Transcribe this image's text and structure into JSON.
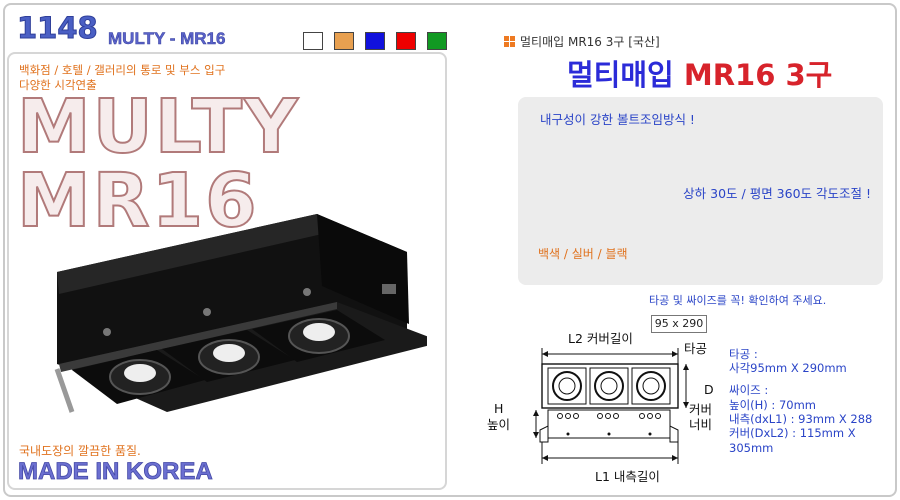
{
  "header": {
    "model_number": "1148",
    "model_name": "MULTY - MR16",
    "swatches": [
      {
        "name": "white",
        "color": "#ffffff"
      },
      {
        "name": "orange",
        "color": "#e8a050"
      },
      {
        "name": "blue",
        "color": "#1111dd"
      },
      {
        "name": "red",
        "color": "#ee0000"
      },
      {
        "name": "green",
        "color": "#119922"
      }
    ]
  },
  "left": {
    "tagline_1": "백화점 / 호텔 / 갤러리의 통로 및 부스 입구",
    "tagline_2": "다양한 시각연출",
    "big_title": "MULTY MR16",
    "quality": "국내도장의 깔끔한 품질.",
    "made_in": "MADE IN KOREA"
  },
  "right": {
    "product_code": "멀티매입 MR16 3구 [국산]",
    "title_korean": "멀티매입",
    "title_model": "MR16 3구",
    "feature_1": "내구성이 강한 볼트조임방식 !",
    "feature_2": "상하 30도 / 평면 360도 각도조절 !",
    "color_options": "백색 / 실버 / 블랙",
    "check_note": "타공 및 싸이즈를 꼭! 확인하여 주세요.",
    "hole_size": "95 x 290"
  },
  "diagram": {
    "l2_label": "L2 커버길이",
    "hole_label": "타공",
    "d_label": "D",
    "cover_width_1": "커버",
    "cover_width_2": "너비",
    "h_label": "H",
    "height_label": "높이",
    "l1_label": "L1 내측길이"
  },
  "specs": {
    "hole_title": "타공 :",
    "hole_value": "사각95mm X 290mm",
    "size_title": "싸이즈 :",
    "height": "높이(H) : 70mm",
    "inner": "내측(dxL1) : 93mm X 288",
    "cover": "커버(DxL2) : 115mm X 305mm"
  }
}
